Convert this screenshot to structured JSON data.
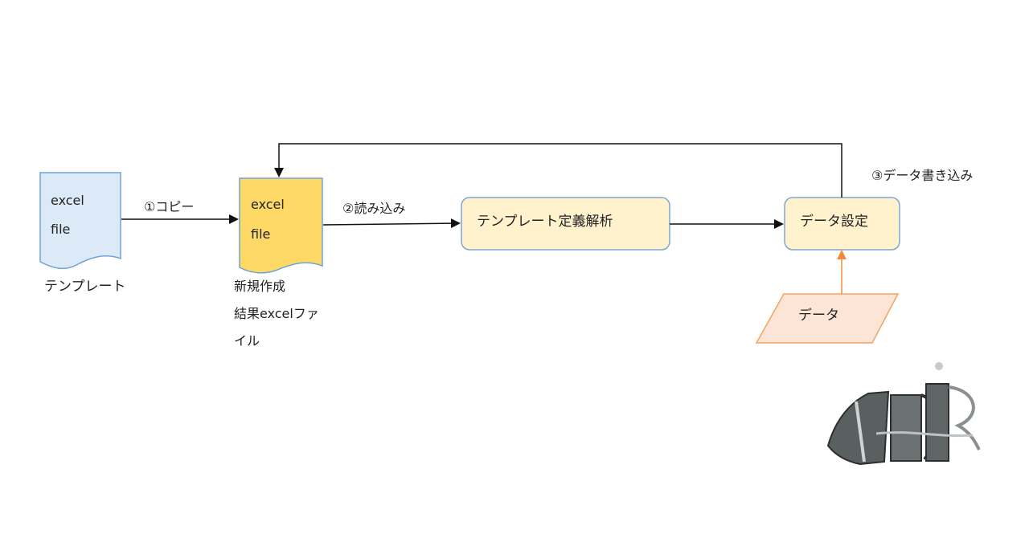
{
  "template_doc": {
    "line1": "excel",
    "line2": "file",
    "caption": "テンプレート",
    "fill": "#dce9f7",
    "stroke": "#6fa3d8"
  },
  "result_doc": {
    "line1": "excel",
    "line2": "file",
    "caption_lines": [
      "新規作成",
      "結果excelファ",
      "イル"
    ],
    "fill": "#ffd966",
    "stroke": "#6fa3d8"
  },
  "process_boxes": {
    "parse": "テンプレート定義解析",
    "set": "データ設定",
    "fill": "#fff2cc",
    "stroke": "#7ea6d6"
  },
  "data_input": {
    "label": "データ",
    "fill": "#fce4d6",
    "stroke": "#f4a460"
  },
  "arrows": {
    "copy": "①コピー",
    "read": "②読み込み",
    "write": "③データ書き込み"
  }
}
